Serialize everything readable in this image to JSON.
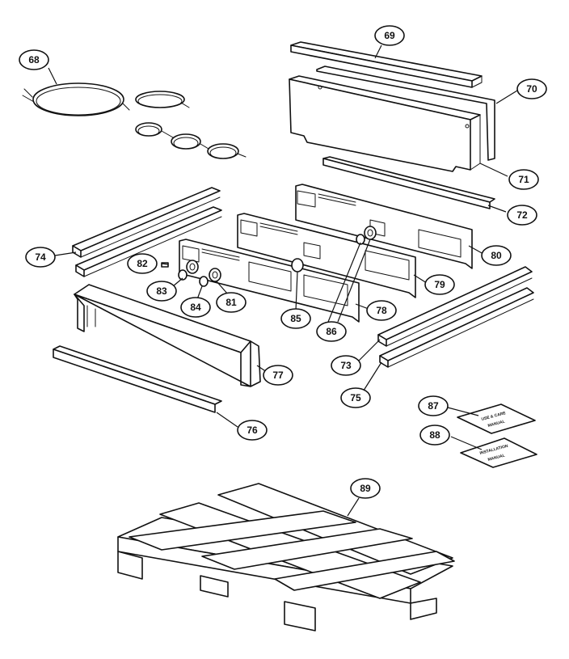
{
  "callouts": [
    {
      "id": "68",
      "label": "68"
    },
    {
      "id": "69",
      "label": "69"
    },
    {
      "id": "70",
      "label": "70"
    },
    {
      "id": "71",
      "label": "71"
    },
    {
      "id": "72",
      "label": "72"
    },
    {
      "id": "73",
      "label": "73"
    },
    {
      "id": "74",
      "label": "74"
    },
    {
      "id": "75",
      "label": "75"
    },
    {
      "id": "76",
      "label": "76"
    },
    {
      "id": "77",
      "label": "77"
    },
    {
      "id": "78",
      "label": "78"
    },
    {
      "id": "79",
      "label": "79"
    },
    {
      "id": "80",
      "label": "80"
    },
    {
      "id": "81",
      "label": "81"
    },
    {
      "id": "82",
      "label": "82"
    },
    {
      "id": "83",
      "label": "83"
    },
    {
      "id": "84",
      "label": "84"
    },
    {
      "id": "85",
      "label": "85"
    },
    {
      "id": "86",
      "label": "86"
    },
    {
      "id": "87",
      "label": "87"
    },
    {
      "id": "88",
      "label": "88"
    },
    {
      "id": "89",
      "label": "89"
    }
  ],
  "booklets": {
    "upper_line1": "USE & CARE",
    "upper_line2": "MANUAL",
    "lower_line1": "INSTALLATION",
    "lower_line2": "MANUAL"
  }
}
